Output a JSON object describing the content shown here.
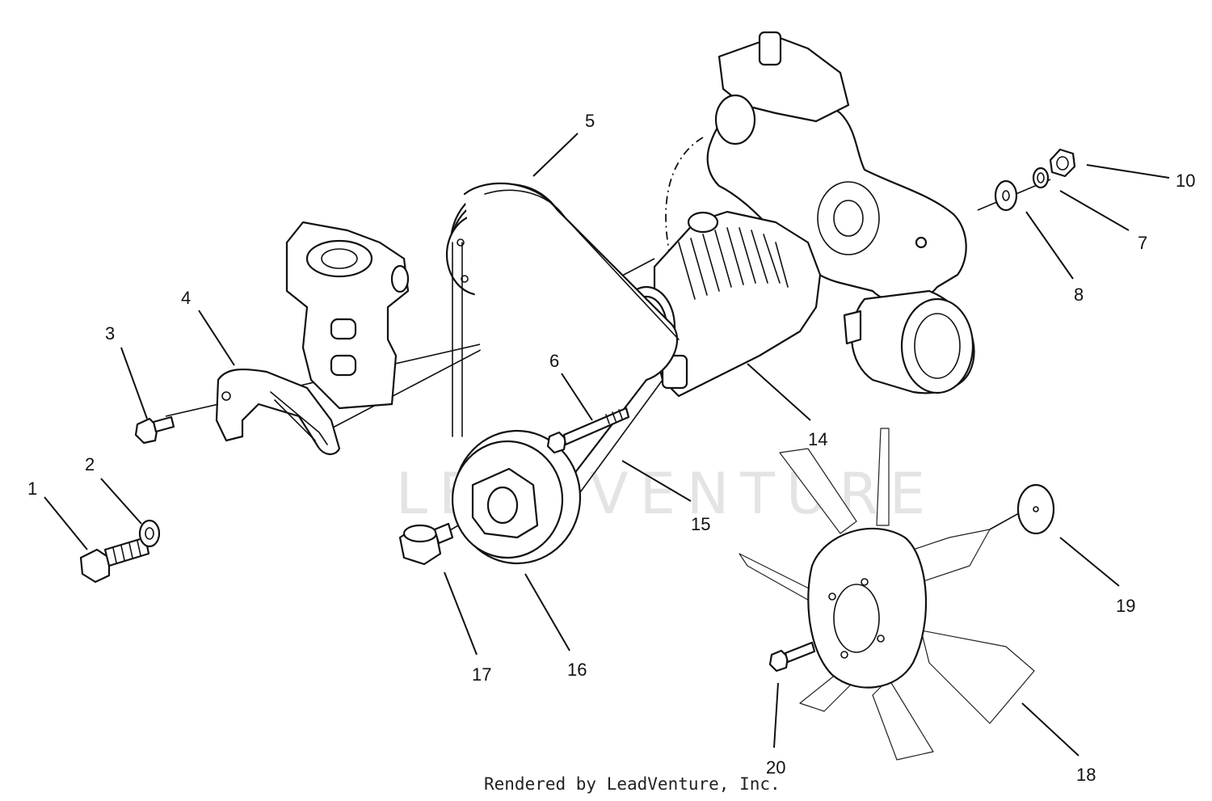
{
  "callouts": {
    "c1": "1",
    "c2": "2",
    "c3": "3",
    "c4": "4",
    "c5": "5",
    "c6": "6",
    "c7": "7",
    "c8": "8",
    "c10": "10",
    "c14": "14",
    "c15": "15",
    "c16": "16",
    "c17": "17",
    "c18": "18",
    "c19": "19",
    "c20": "20"
  },
  "watermark": "LEADVENTURE",
  "footer": "Rendered by LeadVenture, Inc."
}
